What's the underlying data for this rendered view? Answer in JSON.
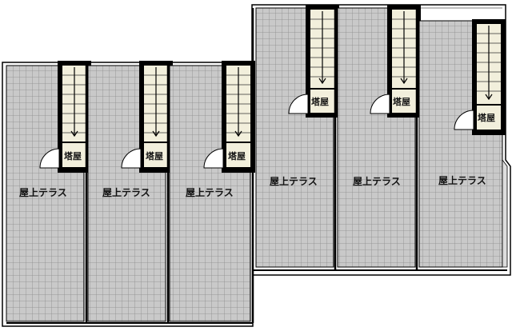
{
  "units": [
    {
      "terrace_label": "屋上テラス",
      "penthouse_label": "塔屋"
    },
    {
      "terrace_label": "屋上テラス",
      "penthouse_label": "塔屋"
    },
    {
      "terrace_label": "屋上テラス",
      "penthouse_label": "塔屋"
    },
    {
      "terrace_label": "屋上テラス",
      "penthouse_label": "塔屋"
    },
    {
      "terrace_label": "屋上テラス",
      "penthouse_label": "塔屋"
    },
    {
      "terrace_label": "屋上テラス",
      "penthouse_label": "塔屋"
    }
  ],
  "colors": {
    "terrace_fill": "#c9c9c9",
    "grid_line": "#8a8a8a",
    "wall": "#000000",
    "stair_fill": "#f2efdc"
  }
}
